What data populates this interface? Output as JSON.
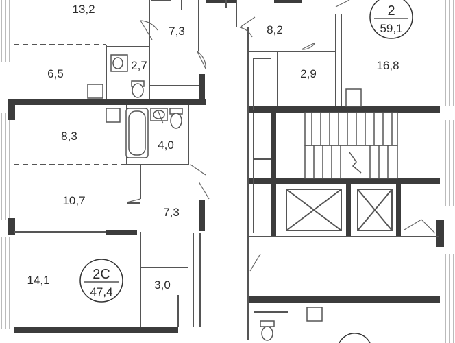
{
  "plan": {
    "apartments": [
      {
        "number": "2",
        "area": "59,1"
      },
      {
        "number": "2С",
        "area": "47,4"
      }
    ],
    "rooms": [
      {
        "id": "r1",
        "area": "13,2"
      },
      {
        "id": "r2",
        "area": "7,3"
      },
      {
        "id": "r3",
        "area": "8,2"
      },
      {
        "id": "r4",
        "area": "6,5"
      },
      {
        "id": "r5",
        "area": "2,7"
      },
      {
        "id": "r6",
        "area": "2,9"
      },
      {
        "id": "r7",
        "area": "16,8"
      },
      {
        "id": "r8",
        "area": "8,3"
      },
      {
        "id": "r9",
        "area": "4,0"
      },
      {
        "id": "r10",
        "area": "10,7"
      },
      {
        "id": "r11",
        "area": "7,3"
      },
      {
        "id": "r12",
        "area": "14,1"
      },
      {
        "id": "r13",
        "area": "3,0"
      }
    ]
  },
  "colors": {
    "wall": "#3c3c3c",
    "thin_wall": "#555555",
    "background": "#ffffff"
  }
}
